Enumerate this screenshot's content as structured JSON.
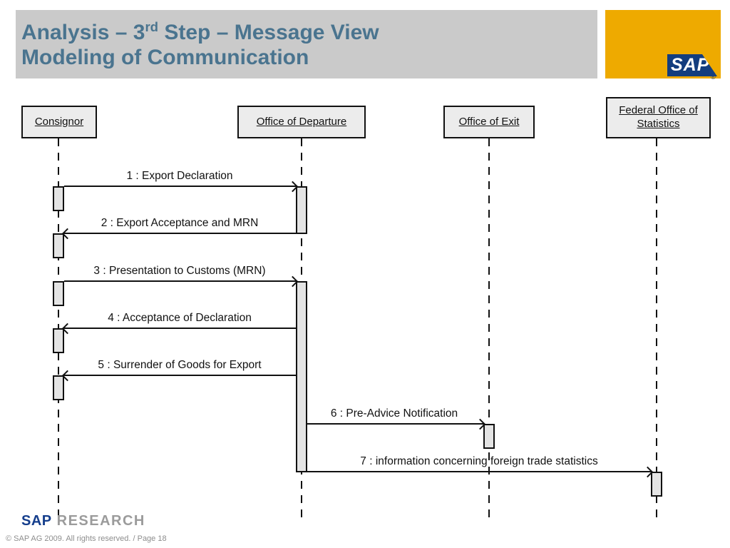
{
  "header": {
    "title": {
      "line1_pre": "Analysis – 3",
      "line1_sup": "rd",
      "line1_post": " Step – Message View",
      "line2": "Modeling of Communication"
    },
    "logo": {
      "text": "SAP",
      "registered": "®"
    },
    "colors": {
      "bar_bg": "#CACACA",
      "title_text": "#4A748F",
      "logo_gold": "#EEAA00",
      "logo_blue": "#133D7E"
    }
  },
  "diagram": {
    "type": "uml-sequence",
    "actors": [
      {
        "name": "Consignor"
      },
      {
        "name": "Office of Departure"
      },
      {
        "name": "Office of Exit"
      },
      {
        "name": "Federal Office of Statistics"
      }
    ],
    "messages": [
      {
        "label": "1 : Export Declaration",
        "from": "Consignor",
        "to": "Office of Departure"
      },
      {
        "label": "2 : Export Acceptance and MRN",
        "from": "Office of Departure",
        "to": "Consignor"
      },
      {
        "label": "3 : Presentation to Customs (MRN)",
        "from": "Consignor",
        "to": "Office of Departure"
      },
      {
        "label": "4 : Acceptance of Declaration",
        "from": "Office of Departure",
        "to": "Consignor"
      },
      {
        "label": "5 : Surrender of Goods for Export",
        "from": "Office of Departure",
        "to": "Consignor"
      },
      {
        "label": "6 : Pre-Advice Notification",
        "from": "Office of Departure",
        "to": "Office of Exit"
      },
      {
        "label": "7 : information concerning foreign trade statistics",
        "from": "Office of Departure",
        "to": "Federal Office of Statistics"
      }
    ]
  },
  "footer": {
    "brand_sap": "SAP",
    "brand_research": "RESEARCH",
    "copyright": "© SAP AG 2009. All rights reserved. / Page 18"
  }
}
